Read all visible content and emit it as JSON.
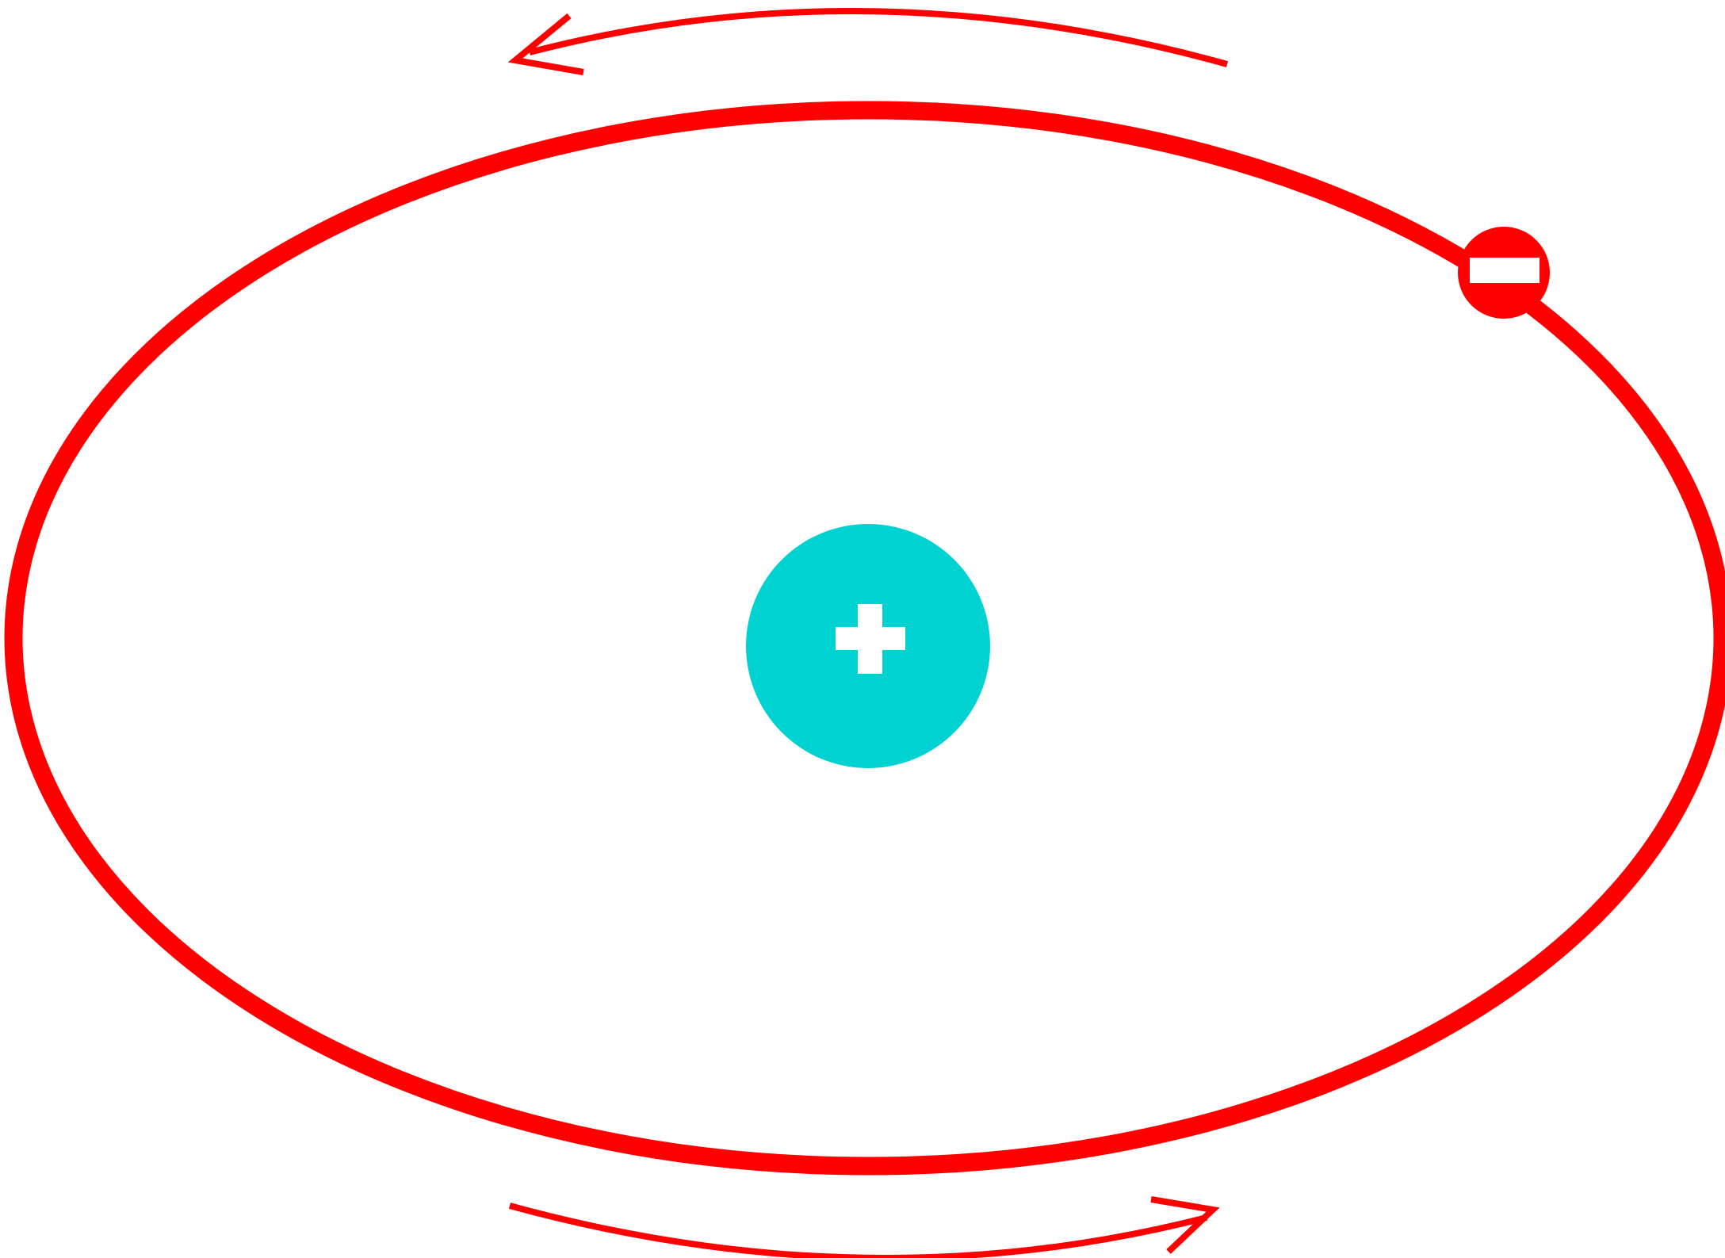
{
  "diagram": {
    "type": "atom-orbit",
    "colors": {
      "orbit": "#ff0000",
      "arrows": "#ff0000",
      "nucleus": "#00d1d1",
      "electron": "#ff0000",
      "symbols": "#ffffff",
      "background": "#ffffff"
    },
    "nucleus": {
      "charge": "positive",
      "symbol": "plus-sign"
    },
    "electron": {
      "charge": "negative",
      "symbol": "minus-sign"
    },
    "orbit_direction": "counterclockwise"
  }
}
